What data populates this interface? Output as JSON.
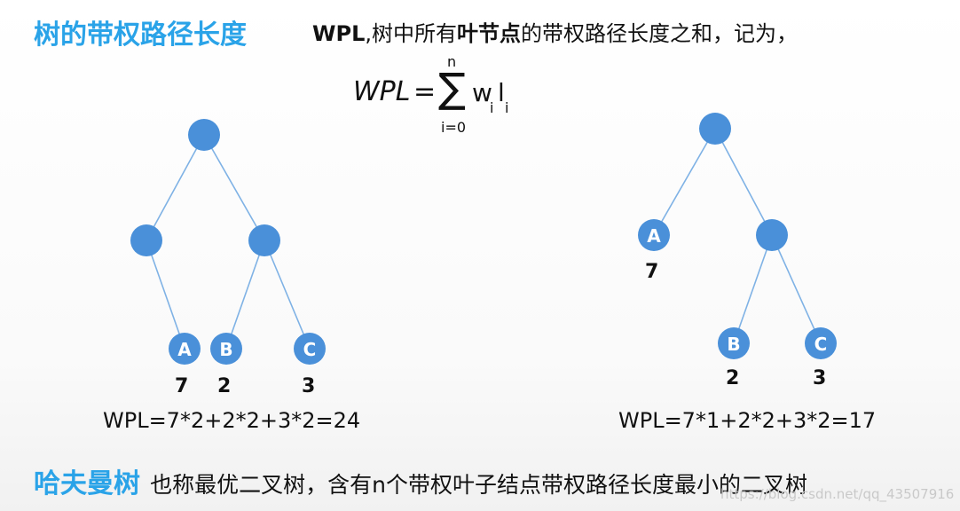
{
  "title": "树的带权路径长度",
  "intro": {
    "prefix": "WPL",
    "part1": ",树中所有",
    "bold": "叶节点",
    "part2": "的带权路径长度之和，记为，"
  },
  "formula": {
    "lhs": "WPL",
    "eq": "=",
    "upper": "n",
    "sigma": "∑",
    "lower": "i=0",
    "term_w": "w",
    "sub_w": "i",
    "term_l": "l",
    "sub_l": "i"
  },
  "tree_left": {
    "leaves": [
      {
        "label": "A",
        "weight": "7"
      },
      {
        "label": "B",
        "weight": "2"
      },
      {
        "label": "C",
        "weight": "3"
      }
    ],
    "wpl": "WPL=7*2+2*2+3*2=24"
  },
  "tree_right": {
    "leaves": [
      {
        "label": "A",
        "weight": "7"
      },
      {
        "label": "B",
        "weight": "2"
      },
      {
        "label": "C",
        "weight": "3"
      }
    ],
    "wpl": "WPL=7*1+2*2+3*2=17"
  },
  "bottom": {
    "term": "哈夫曼树",
    "definition": "也称最优二叉树，含有n个带权叶子结点带权路径长度最小的二叉树"
  },
  "watermark": "https://blog.csdn.net/qq_43507916",
  "colors": {
    "accent": "#2aa3e8",
    "node_fill": "#4a90d9",
    "edge": "#7fb2e5"
  }
}
